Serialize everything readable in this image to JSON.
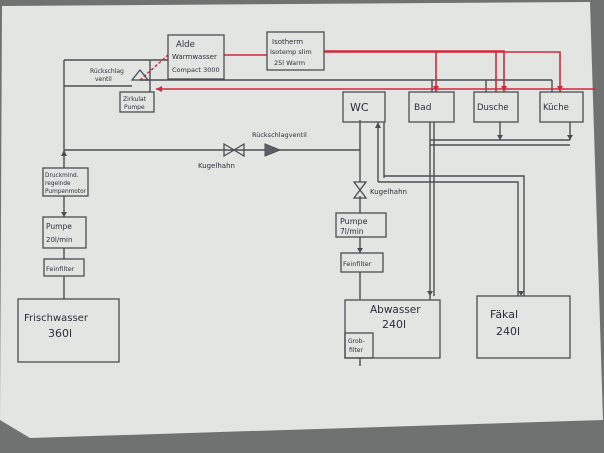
{
  "diagram": {
    "colors": {
      "pencil": "#4a4e52",
      "red_line": "#d2283a",
      "paper": "#e3e5e2"
    },
    "boxes": {
      "alde": [
        "Alde",
        "Warmwasser",
        "Compact 3000"
      ],
      "isotherm": [
        "Isotherm",
        "Isotemp slim",
        "25l Warm"
      ],
      "zirkulat": [
        "Zirkulat",
        "Pumpe"
      ],
      "wc": [
        "WC"
      ],
      "bad": [
        "Bad"
      ],
      "dusche": [
        "Dusche"
      ],
      "kueche": [
        "Küche"
      ],
      "druckmeter": [
        "Druckmind.",
        "regelnde",
        "Pumpenmotor"
      ],
      "pumpe_left": [
        "Pumpe",
        "20l/min"
      ],
      "feinfilter_left": [
        "Feinfilter"
      ],
      "frischwasser": [
        "Frischwasser",
        "360l"
      ],
      "pumpe_right": [
        "Pumpe",
        "7l/min"
      ],
      "feinfilter_right": [
        "Feinfilter"
      ],
      "abwasser": [
        "Abwasser",
        "240l"
      ],
      "grobfilter": [
        "Grob-",
        "filter"
      ],
      "faekal": [
        "Fäkal",
        "240l"
      ]
    },
    "labels": {
      "rueckschlagventil_top": [
        "Rückschlag",
        "ventil"
      ],
      "rueckschlagventil_mid": "Rückschlagventil",
      "kugelhahn_mid": "Kugelhahn",
      "kugelhahn_right": "Kugelhahn"
    }
  }
}
